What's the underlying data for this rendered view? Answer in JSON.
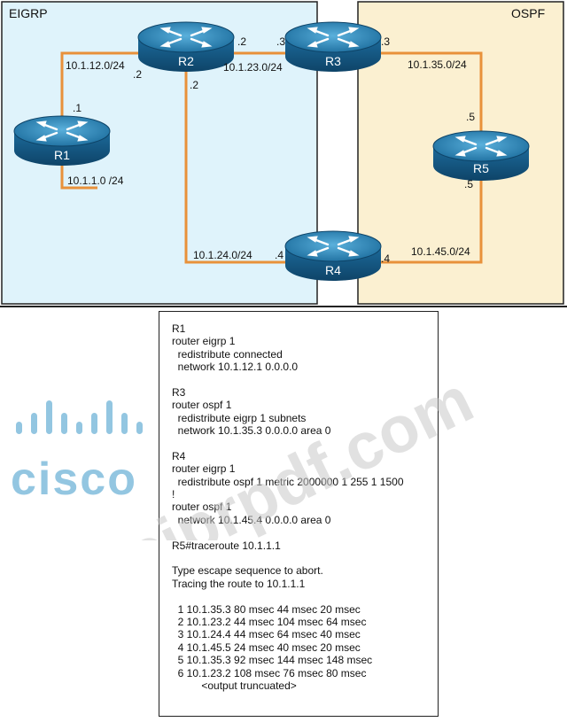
{
  "areas": {
    "eigrp": {
      "label": "EIGRP",
      "color": "#dff3fb"
    },
    "ospf": {
      "label": "OSPF",
      "color": "#fbf0d1"
    }
  },
  "routers": {
    "r1": {
      "name": "R1",
      "icon": "router-icon"
    },
    "r2": {
      "name": "R2",
      "icon": "router-icon"
    },
    "r3": {
      "name": "R3",
      "icon": "router-icon"
    },
    "r4": {
      "name": "R4",
      "icon": "router-icon"
    },
    "r5": {
      "name": "R5",
      "icon": "router-icon"
    }
  },
  "links": {
    "r1_r2": {
      "network": "10.1.12.0/24",
      "r1_if": ".1",
      "r2_if": ".2"
    },
    "r2_r3": {
      "network": "10.1.23.0/24",
      "r2_if": ".2",
      "r3_if": ".3"
    },
    "r2_r4": {
      "network": "10.1.24.0/24",
      "r2_if": ".2",
      "r4_if": ".4"
    },
    "r3_r5": {
      "network": "10.1.35.0/24",
      "r3_if": ".3",
      "r5_if": ".5"
    },
    "r4_r5": {
      "network": "10.1.45.0/24",
      "r4_if": ".4",
      "r5_if": ".5"
    },
    "r1_lan": {
      "network": "10.1.1.0 /24"
    }
  },
  "link_color": "#e8913a",
  "config_lines": [
    "R1",
    "router eigrp 1",
    "  redistribute connected",
    "  network 10.1.12.1 0.0.0.0",
    "",
    "R3",
    "router ospf 1",
    "  redistribute eigrp 1 subnets",
    "  network 10.1.35.3 0.0.0.0 area 0",
    "",
    "R4",
    "router eigrp 1",
    "  redistribute ospf 1 metric 2000000 1 255 1 1500",
    "!",
    "router ospf 1",
    "  network 10.1.45.4 0.0.0.0 area 0",
    "",
    "R5#traceroute 10.1.1.1",
    "",
    "Type escape sequence to abort.",
    "Tracing the route to 10.1.1.1",
    "",
    "  1 10.1.35.3 80 msec 44 msec 20 msec",
    "  2 10.1.23.2 44 msec 104 msec 64 msec",
    "  3 10.1.24.4 44 msec 64 msec 40 msec",
    "  4 10.1.45.5 24 msec 40 msec 20 msec",
    "  5 10.1.35.3 92 msec 144 msec 148 msec",
    "  6 10.1.23.2 108 msec 76 msec 80 msec",
    "          <output truncuated>"
  ],
  "watermark": {
    "logo": "cisco",
    "site": "cjprpdf.com",
    "color": "#6fb4d8"
  }
}
